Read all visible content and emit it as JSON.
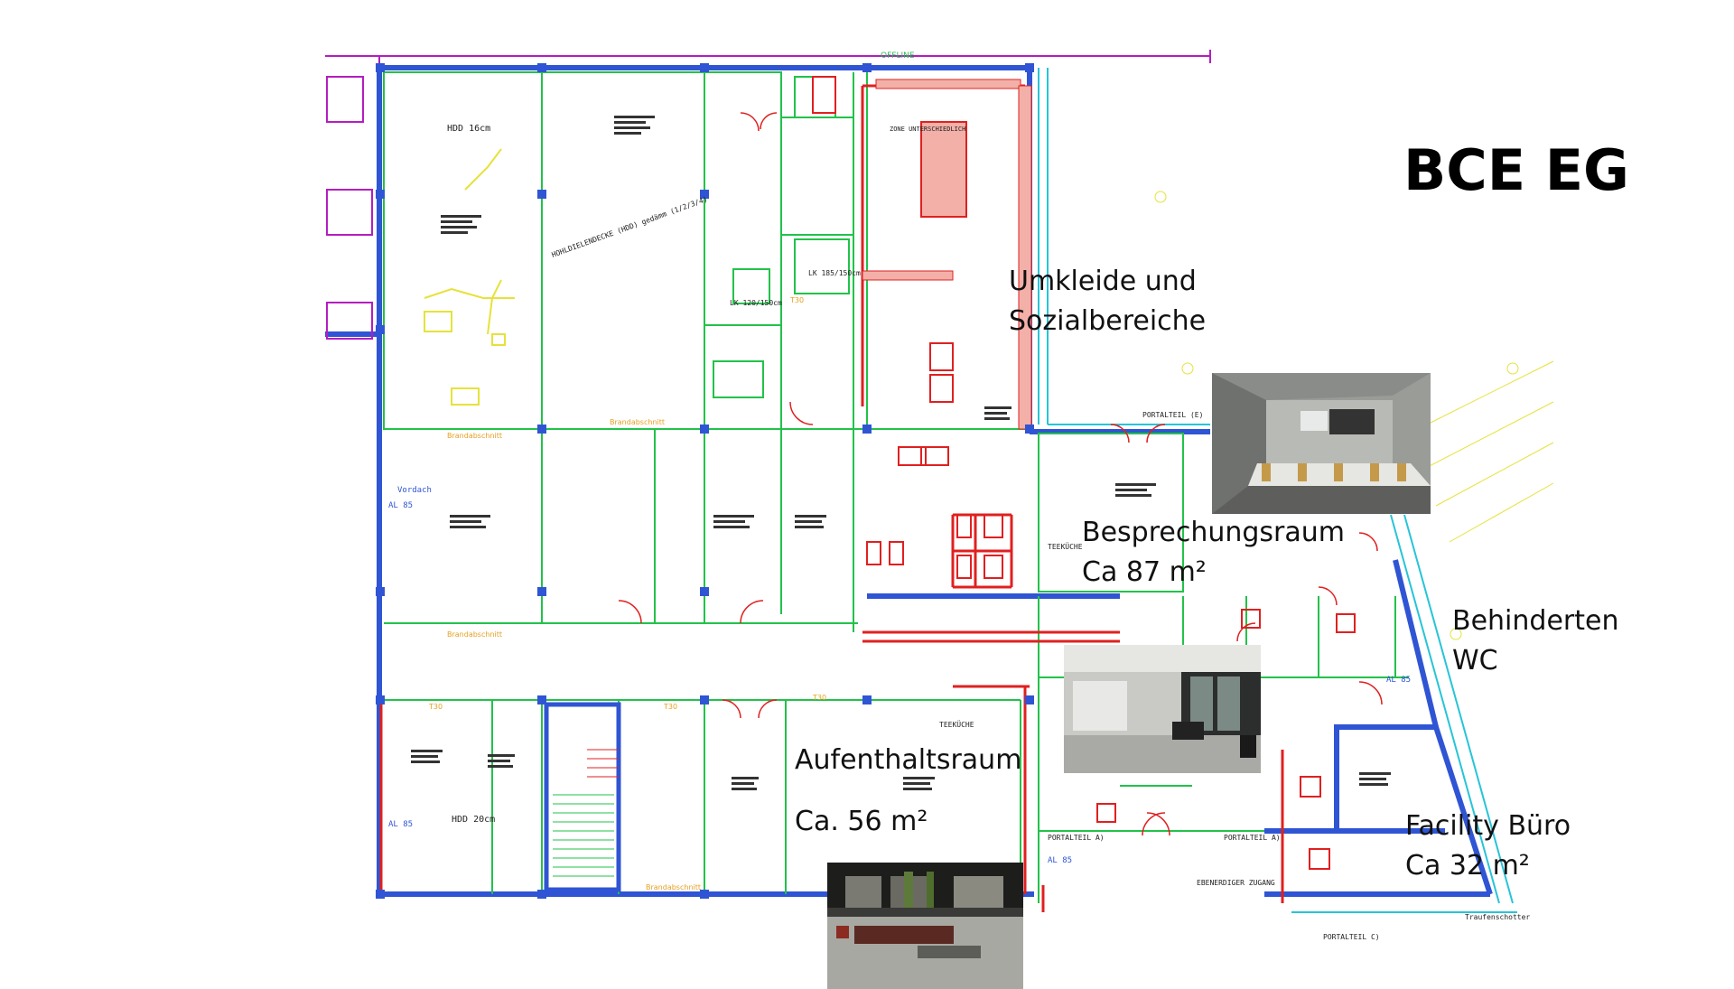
{
  "slide": {
    "title": "BCE EG"
  },
  "rooms": {
    "umkleide": {
      "line1": "Umkleide und",
      "line2": "Sozialbereiche"
    },
    "besprechung": {
      "line1": "Besprechungsraum",
      "line2": "Ca 87 m²"
    },
    "behinderten": {
      "line1": "Behinderten",
      "line2": "WC"
    },
    "aufenthalt": {
      "line1": "Aufenthaltsraum",
      "line2": "Ca. 56 m²"
    },
    "facility": {
      "line1": "Facility Büro",
      "line2": "Ca 32 m²"
    }
  },
  "plan_texts": {
    "offline": "OFFLINE",
    "hdd_top": "HDD 16cm",
    "hdd_bottom": "HDD 20cm",
    "hohldielen": "HOHLDIELENDECKE (HDD) gedämm (1/2/3/4)",
    "brandabschnitt_1": "Brandabschnitt",
    "brandabschnitt_2": "Brandabschnitt",
    "brandabschnitt_3": "Brandabschnitt",
    "brandabschnitt_4": "Brandabschnitt",
    "lk1": "LK 120/150cm",
    "lk2": "LK 185/150cm",
    "t30_1": "T30",
    "t30_2": "T30",
    "t30_3": "T30",
    "t30_4": "T30",
    "portalteil_top": "PORTALTEIL (E)",
    "portalteil_a": "PORTALTEIL A)",
    "portalteil_b": "PORTALTEIL A)",
    "portalteil_c": "PORTALTEIL C)",
    "teeküche_1": "TEEKÜCHE",
    "teeküche_2": "TEEKÜCHE",
    "ebenerdiger": "EBENERDIGER ZUGANG",
    "traufe": "Traufenschotter",
    "al1": "AL 85",
    "al2": "AL 85",
    "al3": "AL 85",
    "al4": "AL 85",
    "vordach": "Vordach",
    "zone": "ZONE UNTERSCHIEDLICH"
  },
  "colors": {
    "green": "#22c24a",
    "red": "#e02020",
    "blue": "#2f55d4",
    "magenta": "#b31ec0",
    "yellow": "#e6e23a",
    "cyan": "#27c4d8",
    "dark_text": "#111111"
  }
}
